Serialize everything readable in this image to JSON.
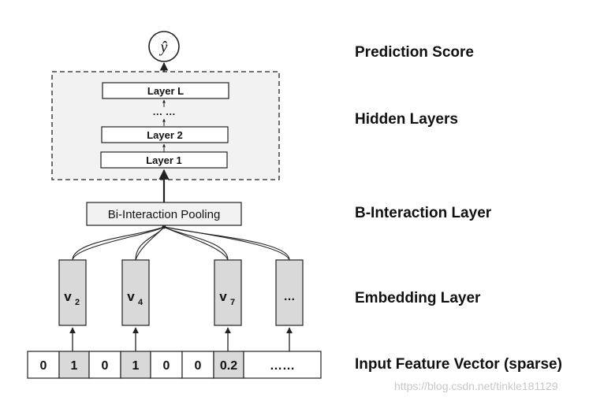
{
  "output": {
    "symbol": "ŷ"
  },
  "hidden_layers": [
    "Layer 1",
    "Layer 2",
    "… …",
    "Layer L"
  ],
  "pooling": {
    "label": "Bi-Interaction Pooling"
  },
  "embeddings": [
    {
      "base": "v",
      "subscript": "2"
    },
    {
      "base": "v",
      "subscript": "4"
    },
    {
      "base": "v",
      "subscript": "7"
    },
    {
      "base": "…",
      "subscript": ""
    }
  ],
  "input_cells": [
    "0",
    "1",
    "0",
    "1",
    "0",
    "0",
    "0.2",
    "……"
  ],
  "stage_labels": {
    "prediction": "Prediction Score",
    "hidden": "Hidden Layers",
    "interaction": "B-Interaction Layer",
    "embedding": "Embedding Layer",
    "input": "Input Feature Vector (sparse)"
  },
  "watermark": "https://blog.csdn.net/tinkle181129",
  "colors": {
    "shaded_fill": "#d9d9d9",
    "panel_fill": "#f2f2f2",
    "stroke": "#222222"
  }
}
